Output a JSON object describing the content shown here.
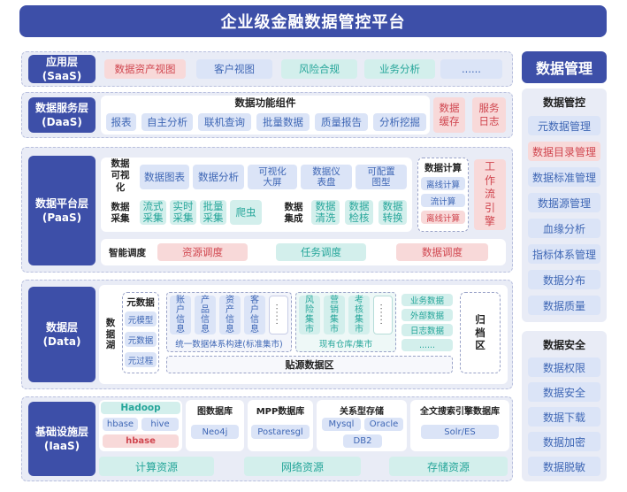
{
  "title": "企业级金融数据管控平台",
  "saas": {
    "label_line1": "应用层",
    "label_line2": "(SaaS)",
    "items": [
      "数据资产视图",
      "客户视图",
      "风险合规",
      "业务分析",
      "......"
    ]
  },
  "daas": {
    "label_line1": "数据服务层",
    "label_line2": "(DaaS)",
    "group_title": "数据功能组件",
    "items": [
      "报表",
      "自主分析",
      "联机查询",
      "批量数据",
      "质量报告",
      "分析挖掘"
    ],
    "cache": "数据缓存",
    "log": "服务日志"
  },
  "paas": {
    "label_line1": "数据平台层",
    "label_line2": "(PaaS)",
    "visual_label": "数据可视化",
    "visual_items": [
      "数据图表",
      "数据分析",
      "可视化大屏",
      "数据仪表盘",
      "可配置图型"
    ],
    "collect_label": "数据采集",
    "collect_items": [
      "流式采集",
      "实时采集",
      "批量采集",
      "爬虫"
    ],
    "integrate_label": "数据集成",
    "integrate_items": [
      "数据清洗",
      "数据检核",
      "数据转换"
    ],
    "compute_label": "数据计算",
    "compute_items": [
      "离线计算",
      "流计算",
      "离线计算"
    ],
    "workflow": "工作流引擎",
    "schedule_label": "智能调度",
    "schedule_items": [
      "资源调度",
      "任务调度",
      "数据调度"
    ]
  },
  "data": {
    "label_line1": "数据层",
    "label_line2": "(Data)",
    "lake_label": "数据湖",
    "meta_label": "元数据",
    "meta_items": [
      "元模型",
      "元数据",
      "元过程"
    ],
    "model_cols": [
      "账户信息",
      "产品信息",
      "资产信息",
      "客户信息"
    ],
    "model_caption": "统一数据体系构建(标准集市)",
    "mart_cols": [
      "风险集市",
      "营销集市",
      "考核集市"
    ],
    "mart_caption": "现有仓库/集市",
    "source_items": [
      "业务数据",
      "外部数据",
      "日志数据",
      "......"
    ],
    "source_area": "贴源数据区",
    "archive": "归档区",
    "ellipsis": "......"
  },
  "iaas": {
    "label_line1": "基础设施层",
    "label_line2": "(IaaS)",
    "hadoop_title": "Hadoop",
    "hadoop_items": [
      "hbase",
      "hive",
      "hbase"
    ],
    "graph_title": "图数据库",
    "graph_items": [
      "Neo4j"
    ],
    "mpp_title": "MPP数据库",
    "mpp_items": [
      "Postaresgl"
    ],
    "rel_title": "关系型存储",
    "rel_items": [
      "Mysql",
      "Oracle",
      "DB2"
    ],
    "search_title": "全文搜索引擎数据库",
    "search_items": [
      "Solr/ES"
    ],
    "resources": [
      "计算资源",
      "网络资源",
      "存储资源"
    ]
  },
  "right": {
    "header": "数据管理",
    "control_title": "数据管控",
    "control_items": [
      "元数据管理",
      "数据目录管理",
      "数据标准管理",
      "数据源管理",
      "血缘分析",
      "指标体系管理",
      "数据分布",
      "数据质量"
    ],
    "security_title": "数据安全",
    "security_items": [
      "数据权限",
      "数据安全",
      "数据下载",
      "数据加密",
      "数据脱敏"
    ]
  }
}
